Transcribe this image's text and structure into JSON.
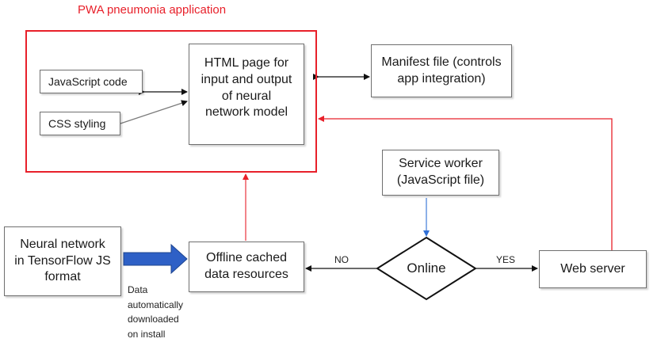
{
  "app_title": "PWA pneumonia application",
  "nodes": {
    "javascript_code": "JavaScript code",
    "css_styling": "CSS styling",
    "html_page": "HTML page for\ninput and output\nof neural\nnetwork model",
    "manifest_file": "Manifest file (controls\napp integration)",
    "service_worker": "Service worker\n(JavaScript file)",
    "neural_network": "Neural network\nin TensorFlow JS\nformat",
    "offline_cache": "Offline cached\ndata resources",
    "online_decision": "Online",
    "web_server": "Web server"
  },
  "edge_labels": {
    "no": "NO",
    "yes": "YES",
    "download_note": "Data\nautomatically\ndownloaded\non install"
  },
  "colors": {
    "frame": "#e8202a",
    "red_arrow": "#e8202a",
    "blue_arrow": "#2f6fd6",
    "install_arrow": "#2e60c6",
    "black_arrow": "#111111"
  }
}
